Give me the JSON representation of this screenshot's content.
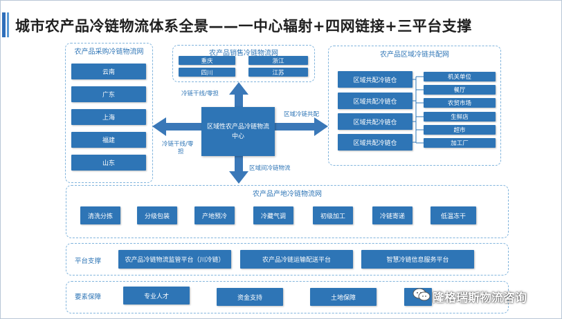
{
  "title": "城市农产品冷链物流体系全景——一中心辐射+四网链接+三平台支撑",
  "purchase_network": {
    "title": "农产品采购冷链物流网",
    "items": [
      "云南",
      "广东",
      "上海",
      "福建",
      "山东"
    ]
  },
  "sales_network": {
    "title": "农产品销售冷链物流网",
    "items": [
      "重庆",
      "浙江",
      "四川",
      "江苏"
    ]
  },
  "regional_network": {
    "title": "农产品区域冷链共配网",
    "warehouses": [
      "区域共配冷链仓",
      "区域共配冷链仓",
      "区域共配冷链仓",
      "区域共配冷链仓"
    ],
    "destinations": [
      "机关单位",
      "餐厅",
      "农贸市场",
      "生鲜店",
      "超市",
      "加工厂"
    ]
  },
  "center": {
    "label_line1": "区域性农产品冷链物流",
    "label_line2": "中心"
  },
  "arrow_labels": {
    "up": "冷链干线/零担",
    "left_line1": "冷链干线/零",
    "left_line2": "担",
    "right": "区域冷链共配",
    "down": "区域间冷链物流"
  },
  "origin_network": {
    "title": "农产品产地冷链物流网",
    "items": [
      "清洗分拣",
      "分级包装",
      "产地预冷",
      "冷藏气调",
      "初级加工",
      "冷链寄递",
      "低温冻干"
    ]
  },
  "platform_row": {
    "label": "平台支撑",
    "items": [
      "农产品冷链物流监管平台（川冷链）",
      "农产品冷链运输配送平台",
      "智慧冷链信息服务平台"
    ]
  },
  "factor_row": {
    "label": "要素保障",
    "items": [
      "专业人才",
      "资金支持",
      "土地保障"
    ]
  },
  "watermark": "隆格瑞斯物流咨询",
  "colors": {
    "box": "#2e75b6",
    "arrow": "#3a78b8",
    "panel_border": "#7fb3dc",
    "label_text": "#2e75b6"
  }
}
